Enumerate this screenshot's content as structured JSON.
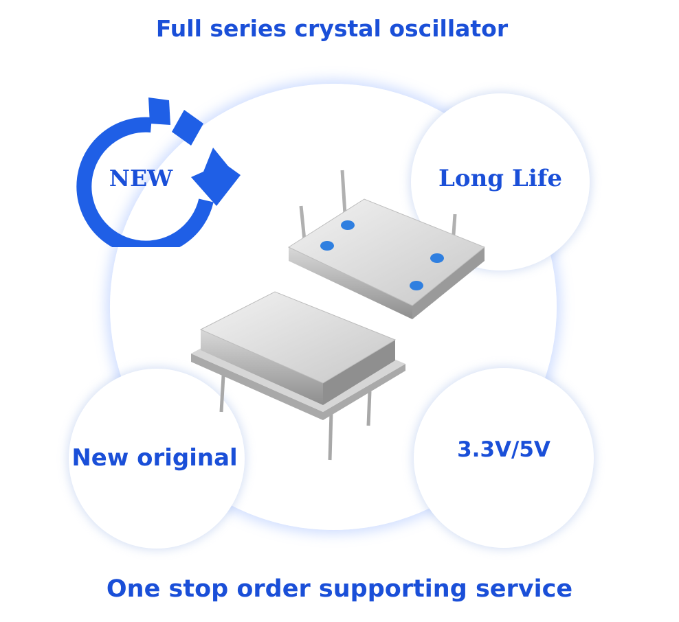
{
  "title": "Full series crystal oscillator",
  "features": {
    "new": "NEW",
    "long_life": "Long Life",
    "new_original": "New original",
    "voltage": "3.3V/5V"
  },
  "footer": "One stop order supporting service",
  "colors": {
    "accent": "#1a4fd8",
    "glow": "#4f7ef8",
    "metal": "#c9c9c9",
    "pad": "#2f7fe0"
  },
  "icons": {
    "refresh": "refresh-arrows-icon"
  }
}
